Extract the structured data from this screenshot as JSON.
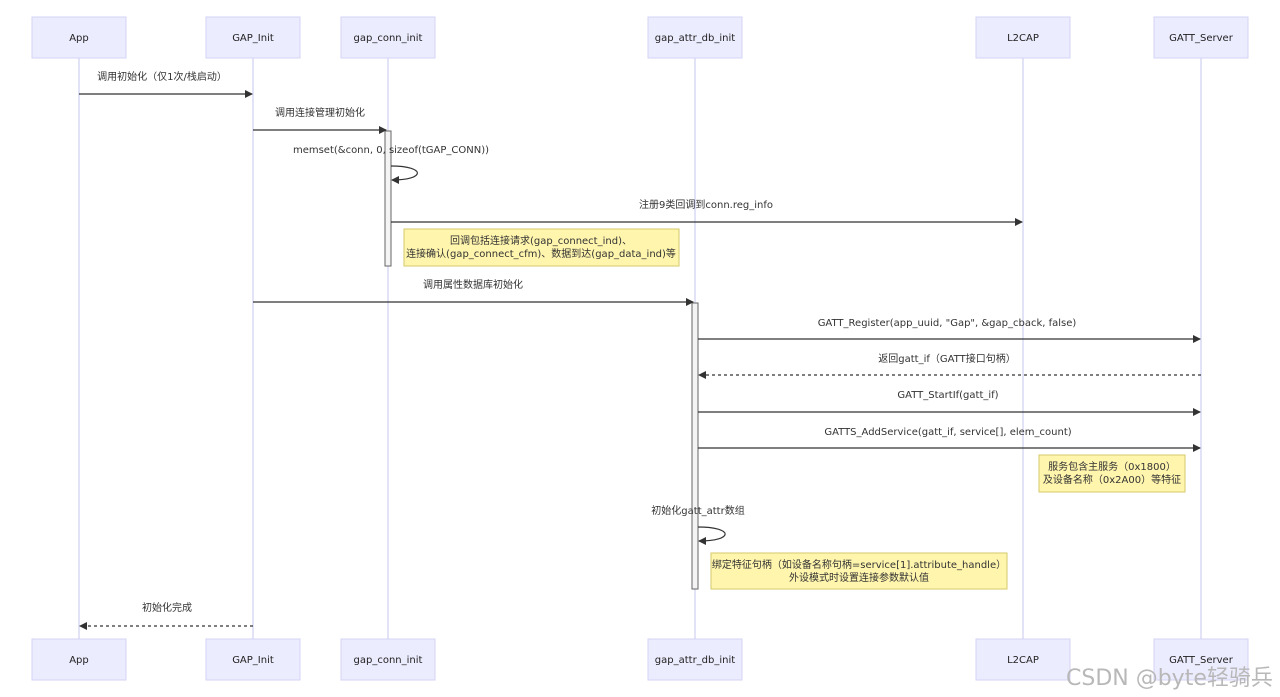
{
  "actors": [
    {
      "id": "app",
      "label": "App"
    },
    {
      "id": "gap_init",
      "label": "GAP_Init"
    },
    {
      "id": "gap_conn_init",
      "label": "gap_conn_init"
    },
    {
      "id": "gap_attr_db_init",
      "label": "gap_attr_db_init"
    },
    {
      "id": "l2cap",
      "label": "L2CAP"
    },
    {
      "id": "gatt_server",
      "label": "GATT_Server"
    }
  ],
  "messages": [
    {
      "from": 0,
      "to": 1,
      "label": "调用初始化（仅1次/栈启动）",
      "style": "solid"
    },
    {
      "from": 1,
      "to": 2,
      "label": "调用连接管理初始化",
      "style": "solid"
    },
    {
      "from": 2,
      "to": 2,
      "label": "memset(&conn, 0, sizeof(tGAP_CONN))",
      "style": "self"
    },
    {
      "from": 2,
      "to": 4,
      "label": "注册9类回调到conn.reg_info",
      "style": "solid"
    },
    {
      "from": 1,
      "to": 3,
      "label": "调用属性数据库初始化",
      "style": "solid"
    },
    {
      "from": 3,
      "to": 5,
      "label": "GATT_Register(app_uuid, \"Gap\", &gap_cback, false)",
      "style": "solid"
    },
    {
      "from": 5,
      "to": 3,
      "label": "返回gatt_if（GATT接口句柄）",
      "style": "dashed"
    },
    {
      "from": 3,
      "to": 5,
      "label": "GATT_StartIf(gatt_if)",
      "style": "solid"
    },
    {
      "from": 3,
      "to": 5,
      "label": "GATTS_AddService(gatt_if, service[], elem_count)",
      "style": "solid"
    },
    {
      "from": 3,
      "to": 3,
      "label": "初始化gatt_attr数组",
      "style": "self"
    },
    {
      "from": 1,
      "to": 0,
      "label": "初始化完成",
      "style": "dashed"
    }
  ],
  "notes": [
    {
      "lines": [
        "回调包括连接请求(gap_connect_ind)、",
        "连接确认(gap_connect_cfm)、数据到达(gap_data_ind)等"
      ]
    },
    {
      "lines": [
        "服务包含主服务（0x1800）",
        "及设备名称（0x2A00）等特征"
      ]
    },
    {
      "lines": [
        "绑定特征句柄（如设备名称句柄=service[1].attribute_handle）",
        "外设模式时设置连接参数默认值"
      ]
    }
  ],
  "watermark": "CSDN @byte轻骑兵"
}
